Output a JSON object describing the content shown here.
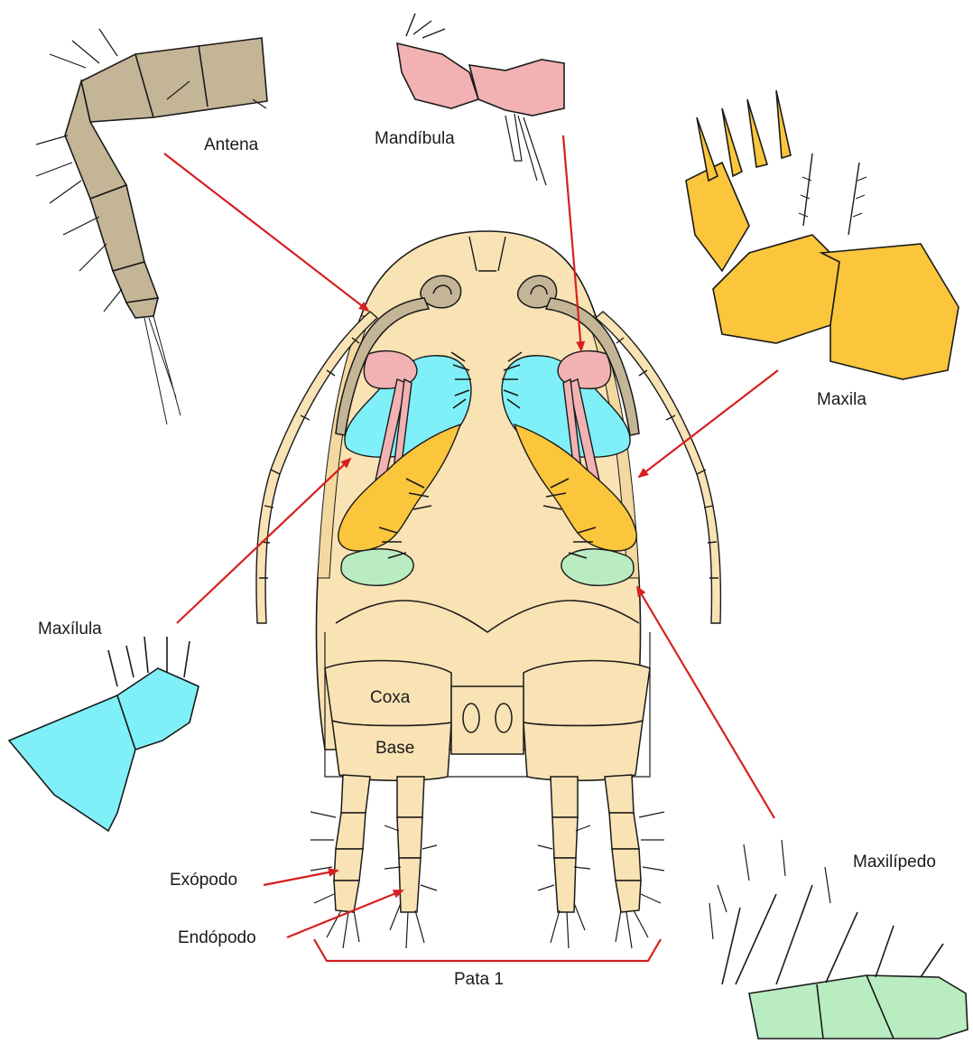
{
  "labels": {
    "antena": "Antena",
    "mandibula": "Mandíbula",
    "maxila": "Maxila",
    "maxilula": "Maxílula",
    "maxilipedo": "Maxilípedo",
    "coxa": "Coxa",
    "base": "Base",
    "exopodo": "Exópodo",
    "endopodo": "Endópodo",
    "pata1": "Pata 1"
  },
  "colors": {
    "body": "#f9e3b4",
    "antenna": "#c4b597",
    "mandible": "#f2b2b3",
    "maxillule": "#7ff0f7",
    "maxilla": "#fbc53c",
    "maxilliped": "#b9ecc0",
    "arrow": "#d62020",
    "outline": "#1a1a1a"
  }
}
